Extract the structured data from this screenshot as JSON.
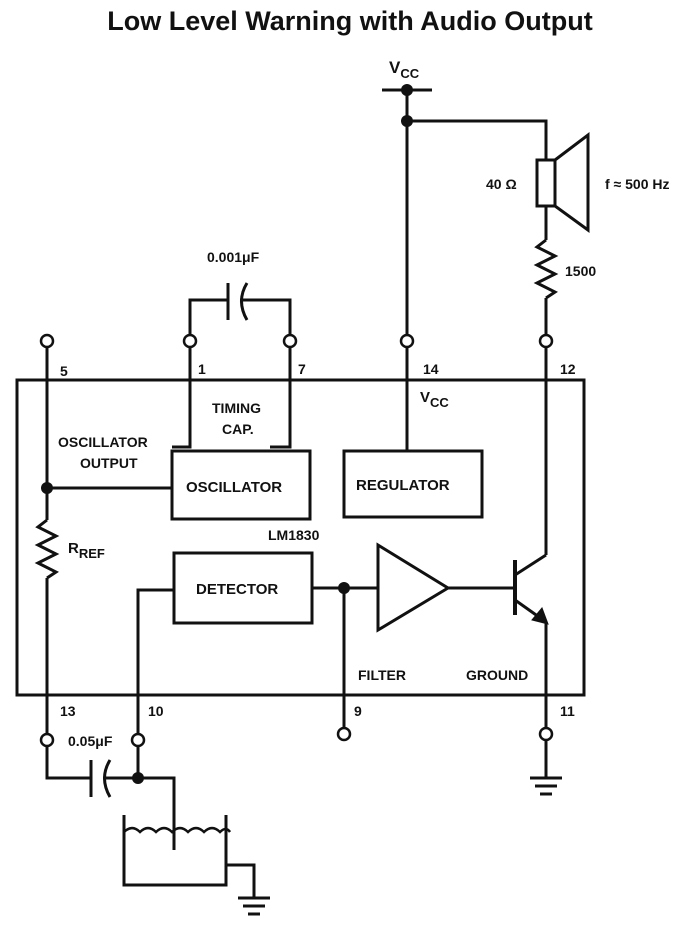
{
  "title": "Low Level Warning with Audio Output",
  "supply": {
    "vcc_main": "V",
    "vcc_sub": "CC"
  },
  "chip": {
    "part_number": "LM1830",
    "blocks": {
      "oscillator": "OSCILLATOR",
      "regulator": "REGULATOR",
      "detector": "DETECTOR"
    },
    "internal_labels": {
      "timing_cap_line1": "TIMING",
      "timing_cap_line2": "CAP.",
      "oscillator_output_line1": "OSCILLATOR",
      "oscillator_output_line2": "OUTPUT",
      "vcc_main": "V",
      "vcc_sub": "CC",
      "rref_main": "R",
      "rref_sub": "REF",
      "filter": "FILTER",
      "ground": "GROUND"
    },
    "pins": {
      "p5": "5",
      "p1": "1",
      "p7": "7",
      "p14": "14",
      "p12": "12",
      "p13": "13",
      "p10": "10",
      "p9": "9",
      "p11": "11"
    }
  },
  "components": {
    "timing_capacitor": "0.001μF",
    "coupling_capacitor": "0.05μF",
    "resistor": "1500",
    "speaker_impedance": "40 Ω",
    "speaker_frequency": "f ≈ 500 Hz"
  }
}
